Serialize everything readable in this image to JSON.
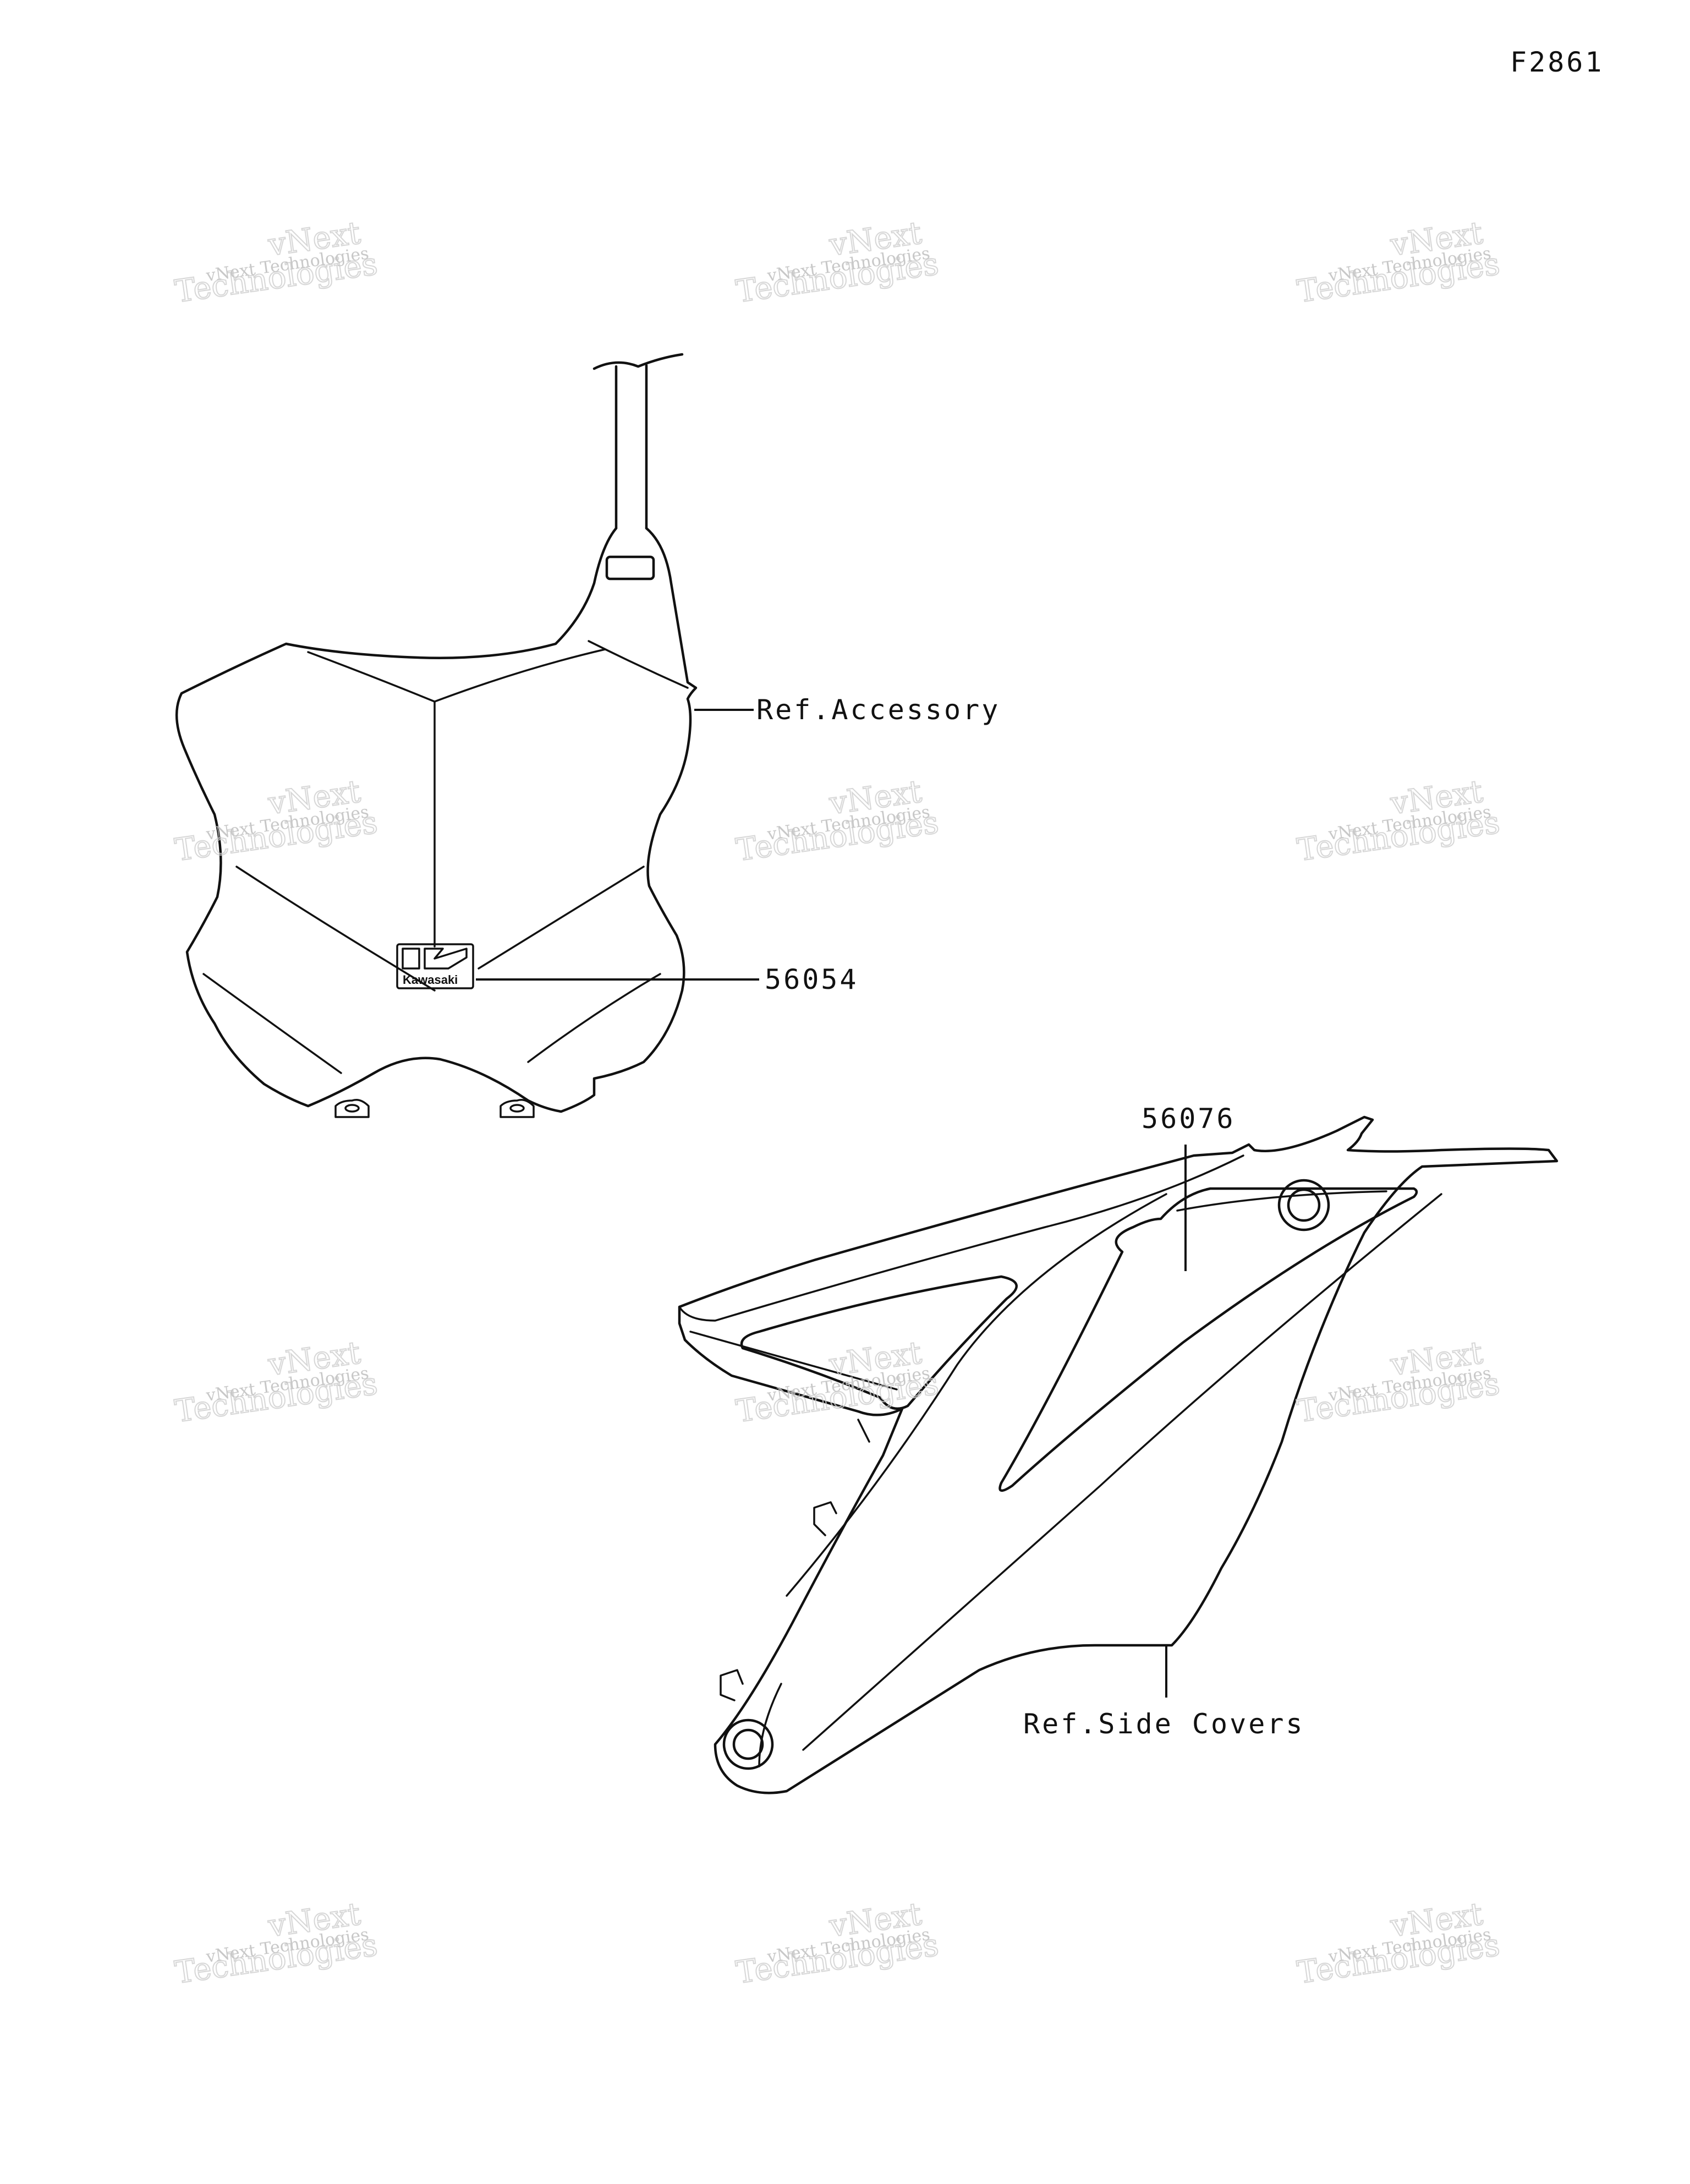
{
  "figure_code": "F2861",
  "callouts": {
    "ref_accessory": "Ref.Accessory",
    "part_56054": "56054",
    "part_56076": "56076",
    "ref_side_covers": "Ref.Side Covers"
  },
  "logo": {
    "brand_text": "Kawasaki"
  },
  "watermark": {
    "line1": "vNext Technologies",
    "line2": "vNext",
    "line3": "Technologies"
  }
}
